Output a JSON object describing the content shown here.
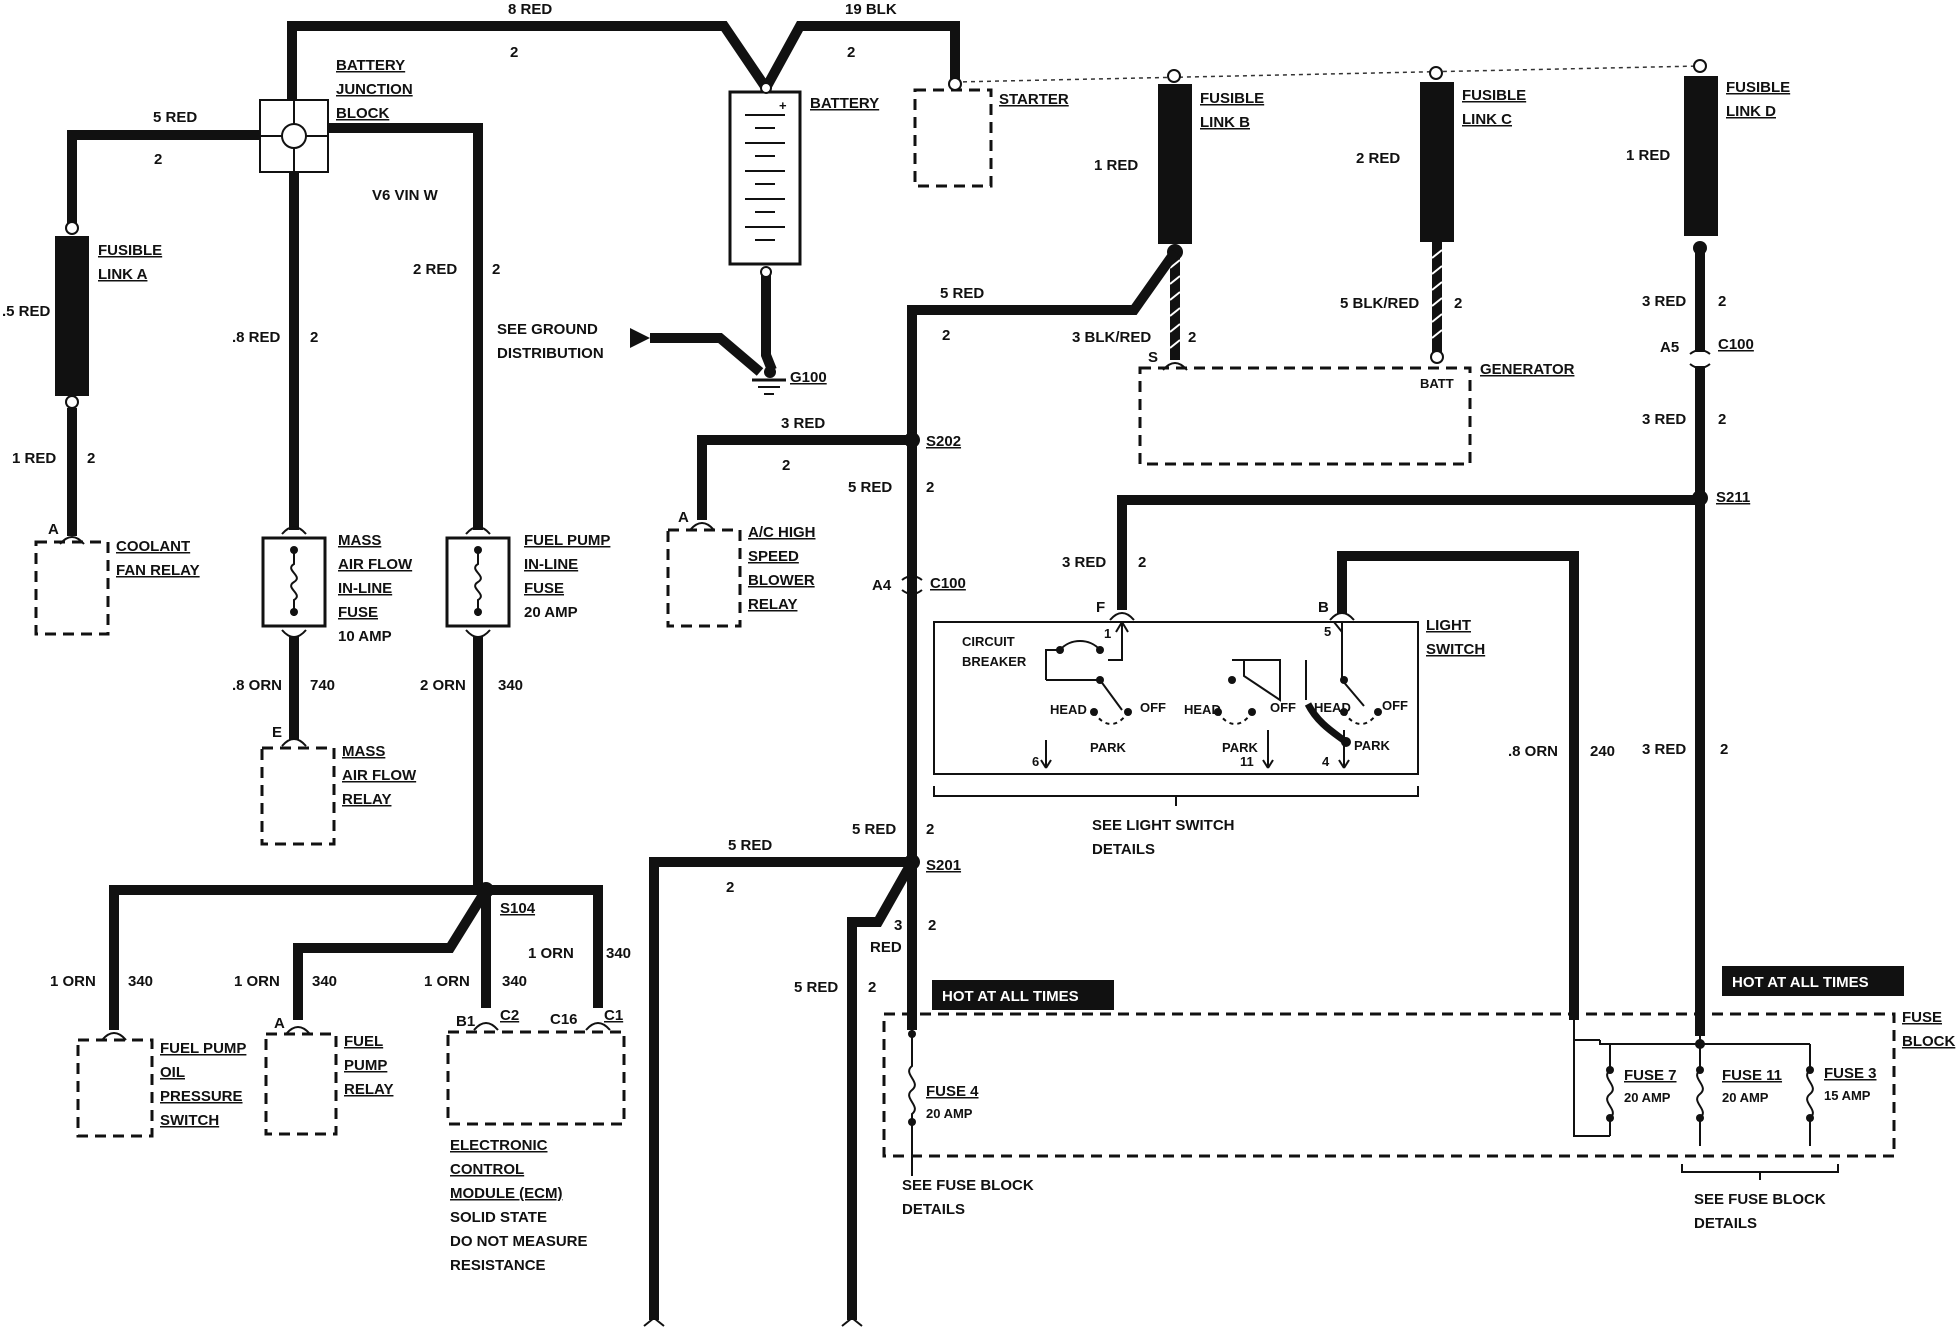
{
  "wires": {
    "w_8red": "8 RED",
    "w_8red_ckt": "2",
    "w_19blk": "19 BLK",
    "w_19blk_ckt": "2",
    "w_5red_top": "5 RED",
    "w_5red_top_ckt": "2",
    "w_5red_fla": ".5 RED",
    "w_1red_coolant": "1 RED",
    "w_1red_coolant_ckt": "2",
    "w_8red_maf": ".8 RED",
    "w_8red_maf_ckt": "2",
    "w_2red_fp": "2 RED",
    "w_2red_fp_ckt": "2",
    "w_8orn_maf": ".8 ORN",
    "w_8orn_maf_ckt": "740",
    "w_2orn_fp": "2 ORN",
    "w_2orn_fp_ckt": "340",
    "w_1orn_a": "1 ORN",
    "w_1orn_a_ckt": "340",
    "w_1orn_b": "1 ORN",
    "w_1orn_b_ckt": "340",
    "w_1orn_c": "1 ORN",
    "w_1orn_c_ckt": "340",
    "w_1orn_d": "1 ORN",
    "w_1orn_d_ckt": "340",
    "w_1red_b": "1 RED",
    "w_2red_c": "2 RED",
    "w_1red_d": "1 RED",
    "w_5red_s202": "5 RED",
    "w_5red_s202_ckt": "2",
    "w_3blkred": "3 BLK/RED",
    "w_3blkred_ckt": "2",
    "w_5blkred": "5 BLK/RED",
    "w_5blkred_ckt": "2",
    "w_3red_d1": "3 RED",
    "w_3red_d1_ckt": "2",
    "w_3red_d2": "3 RED",
    "w_3red_d2_ckt": "2",
    "w_3red_ac": "3 RED",
    "w_3red_ac_ckt": "2",
    "w_5red_c100": "5 RED",
    "w_5red_c100_ckt": "2",
    "w_3red_ls": "3 RED",
    "w_3red_ls_ckt": "2",
    "w_5red_s201": "5 RED",
    "w_5red_s201_ckt": "2",
    "w_5red_left": "5 RED",
    "w_5red_left_ckt": "2",
    "w_3red_s201": "3",
    "w_3red_s201_b": "RED",
    "w_3red_s201_ckt": "2",
    "w_5red_bot": "5 RED",
    "w_5red_bot_ckt": "2",
    "w_8orn_240": ".8 ORN",
    "w_8orn_240_ckt": "240",
    "w_3red_fb": "3 RED",
    "w_3red_fb_ckt": "2"
  },
  "components": {
    "battery_jb": [
      "BATTERY",
      "JUNCTION",
      "BLOCK"
    ],
    "v6": "V6 VIN W",
    "battery": "BATTERY",
    "starter": "STARTER",
    "fusible_a": [
      "FUSIBLE",
      "LINK A"
    ],
    "fusible_b": [
      "FUSIBLE",
      "LINK B"
    ],
    "fusible_c": [
      "FUSIBLE",
      "LINK C"
    ],
    "fusible_d": [
      "FUSIBLE",
      "LINK D"
    ],
    "coolant": [
      "COOLANT",
      "FAN RELAY"
    ],
    "maf_fuse": [
      "MASS",
      "AIR FLOW",
      "IN-LINE",
      "FUSE",
      "10 AMP"
    ],
    "fp_fuse": [
      "FUEL PUMP",
      "IN-LINE",
      "FUSE",
      "20 AMP"
    ],
    "maf_relay": [
      "MASS",
      "AIR FLOW",
      "RELAY"
    ],
    "ground": [
      "SEE GROUND",
      "DISTRIBUTION"
    ],
    "g100": "G100",
    "generator": "GENERATOR",
    "batt": "BATT",
    "ac": [
      "A/C HIGH",
      "SPEED",
      "BLOWER",
      "RELAY"
    ],
    "light_switch": [
      "LIGHT",
      "SWITCH"
    ],
    "circuit_breaker": [
      "CIRCUIT",
      "BREAKER"
    ],
    "ls_details": [
      "SEE LIGHT SWITCH",
      "DETAILS"
    ],
    "fp_oil": [
      "FUEL PUMP",
      "OIL",
      "PRESSURE",
      "SWITCH"
    ],
    "fp_relay": [
      "FUEL",
      "PUMP",
      "RELAY"
    ],
    "ecm": [
      "ELECTRONIC",
      "CONTROL",
      "MODULE (ECM)",
      "SOLID STATE",
      "DO NOT MEASURE",
      "RESISTANCE"
    ],
    "fuse_block": [
      "FUSE",
      "BLOCK"
    ],
    "fuse4": [
      "FUSE 4",
      "20 AMP"
    ],
    "fuse7": [
      "FUSE 7",
      "20 AMP"
    ],
    "fuse11": [
      "FUSE 11",
      "20 AMP"
    ],
    "fuse3": [
      "FUSE 3",
      "15 AMP"
    ],
    "fb_details_l": [
      "SEE FUSE BLOCK",
      "DETAILS"
    ],
    "fb_details_r": [
      "SEE FUSE BLOCK",
      "DETAILS"
    ],
    "hot1": "HOT AT ALL TIMES",
    "hot2": "HOT AT ALL TIMES"
  },
  "connectors": {
    "s202": "S202",
    "s201": "S201",
    "s211": "S211",
    "s104": "S104",
    "a4": "A4",
    "c100_a": "C100",
    "a5": "A5",
    "c100_b": "C100",
    "pin_a_coolant": "A",
    "pin_a_ac": "A",
    "pin_e": "E",
    "pin_s": "S",
    "pin_f": "F",
    "pin_b": "B",
    "pin_a_fp": "A",
    "b1": "B1",
    "c2": "C2",
    "c16": "C16",
    "c1": "C1",
    "ls_1": "1",
    "ls_5": "5",
    "ls_6": "6",
    "ls_11": "11",
    "ls_4": "4",
    "head1": "HEAD",
    "head2": "HEAD",
    "head3": "HEAD",
    "off1": "OFF",
    "off2": "OFF",
    "off3": "OFF",
    "park1": "PARK",
    "park2": "PARK",
    "park3": "PARK"
  }
}
